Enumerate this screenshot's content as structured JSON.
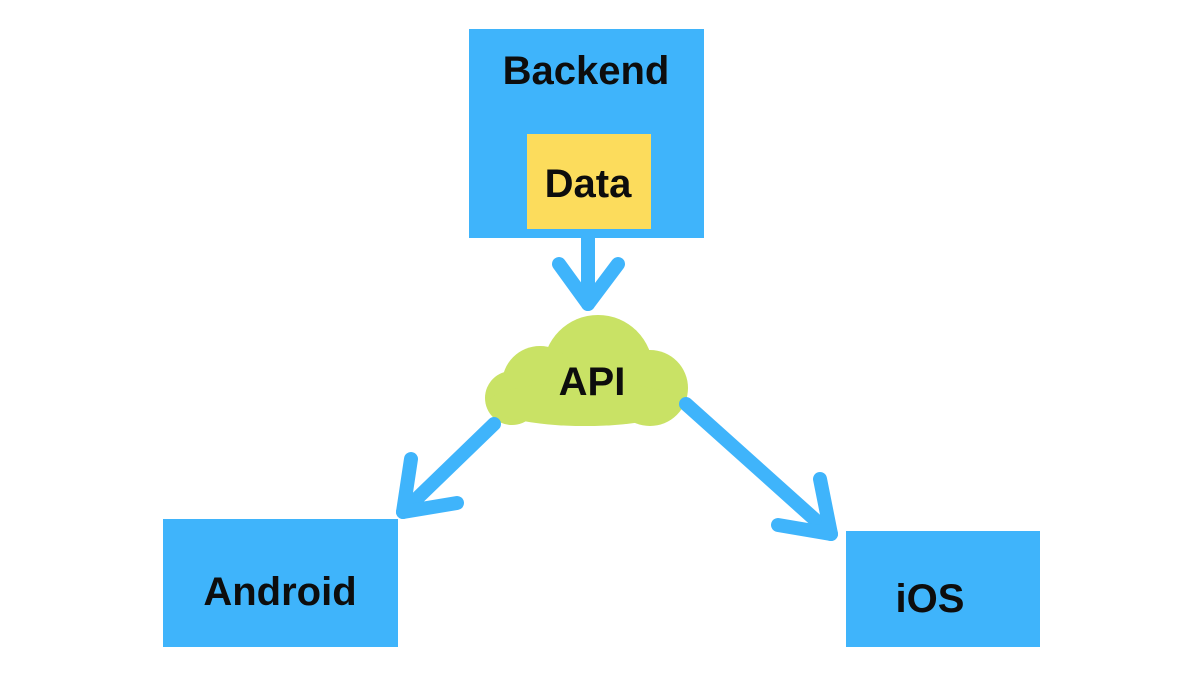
{
  "diagram": {
    "backend": {
      "label": "Backend"
    },
    "data": {
      "label": "Data"
    },
    "api": {
      "label": "API"
    },
    "android": {
      "label": "Android"
    },
    "ios": {
      "label": "iOS"
    }
  },
  "colors": {
    "box": "#3fb4fb",
    "data_box": "#fcdc5c",
    "cloud": "#c9e265",
    "arrow": "#3fb4fb",
    "text": "#0d0d0d"
  },
  "connections": [
    {
      "from": "Backend",
      "to": "API"
    },
    {
      "from": "API",
      "to": "Android"
    },
    {
      "from": "API",
      "to": "iOS"
    }
  ]
}
